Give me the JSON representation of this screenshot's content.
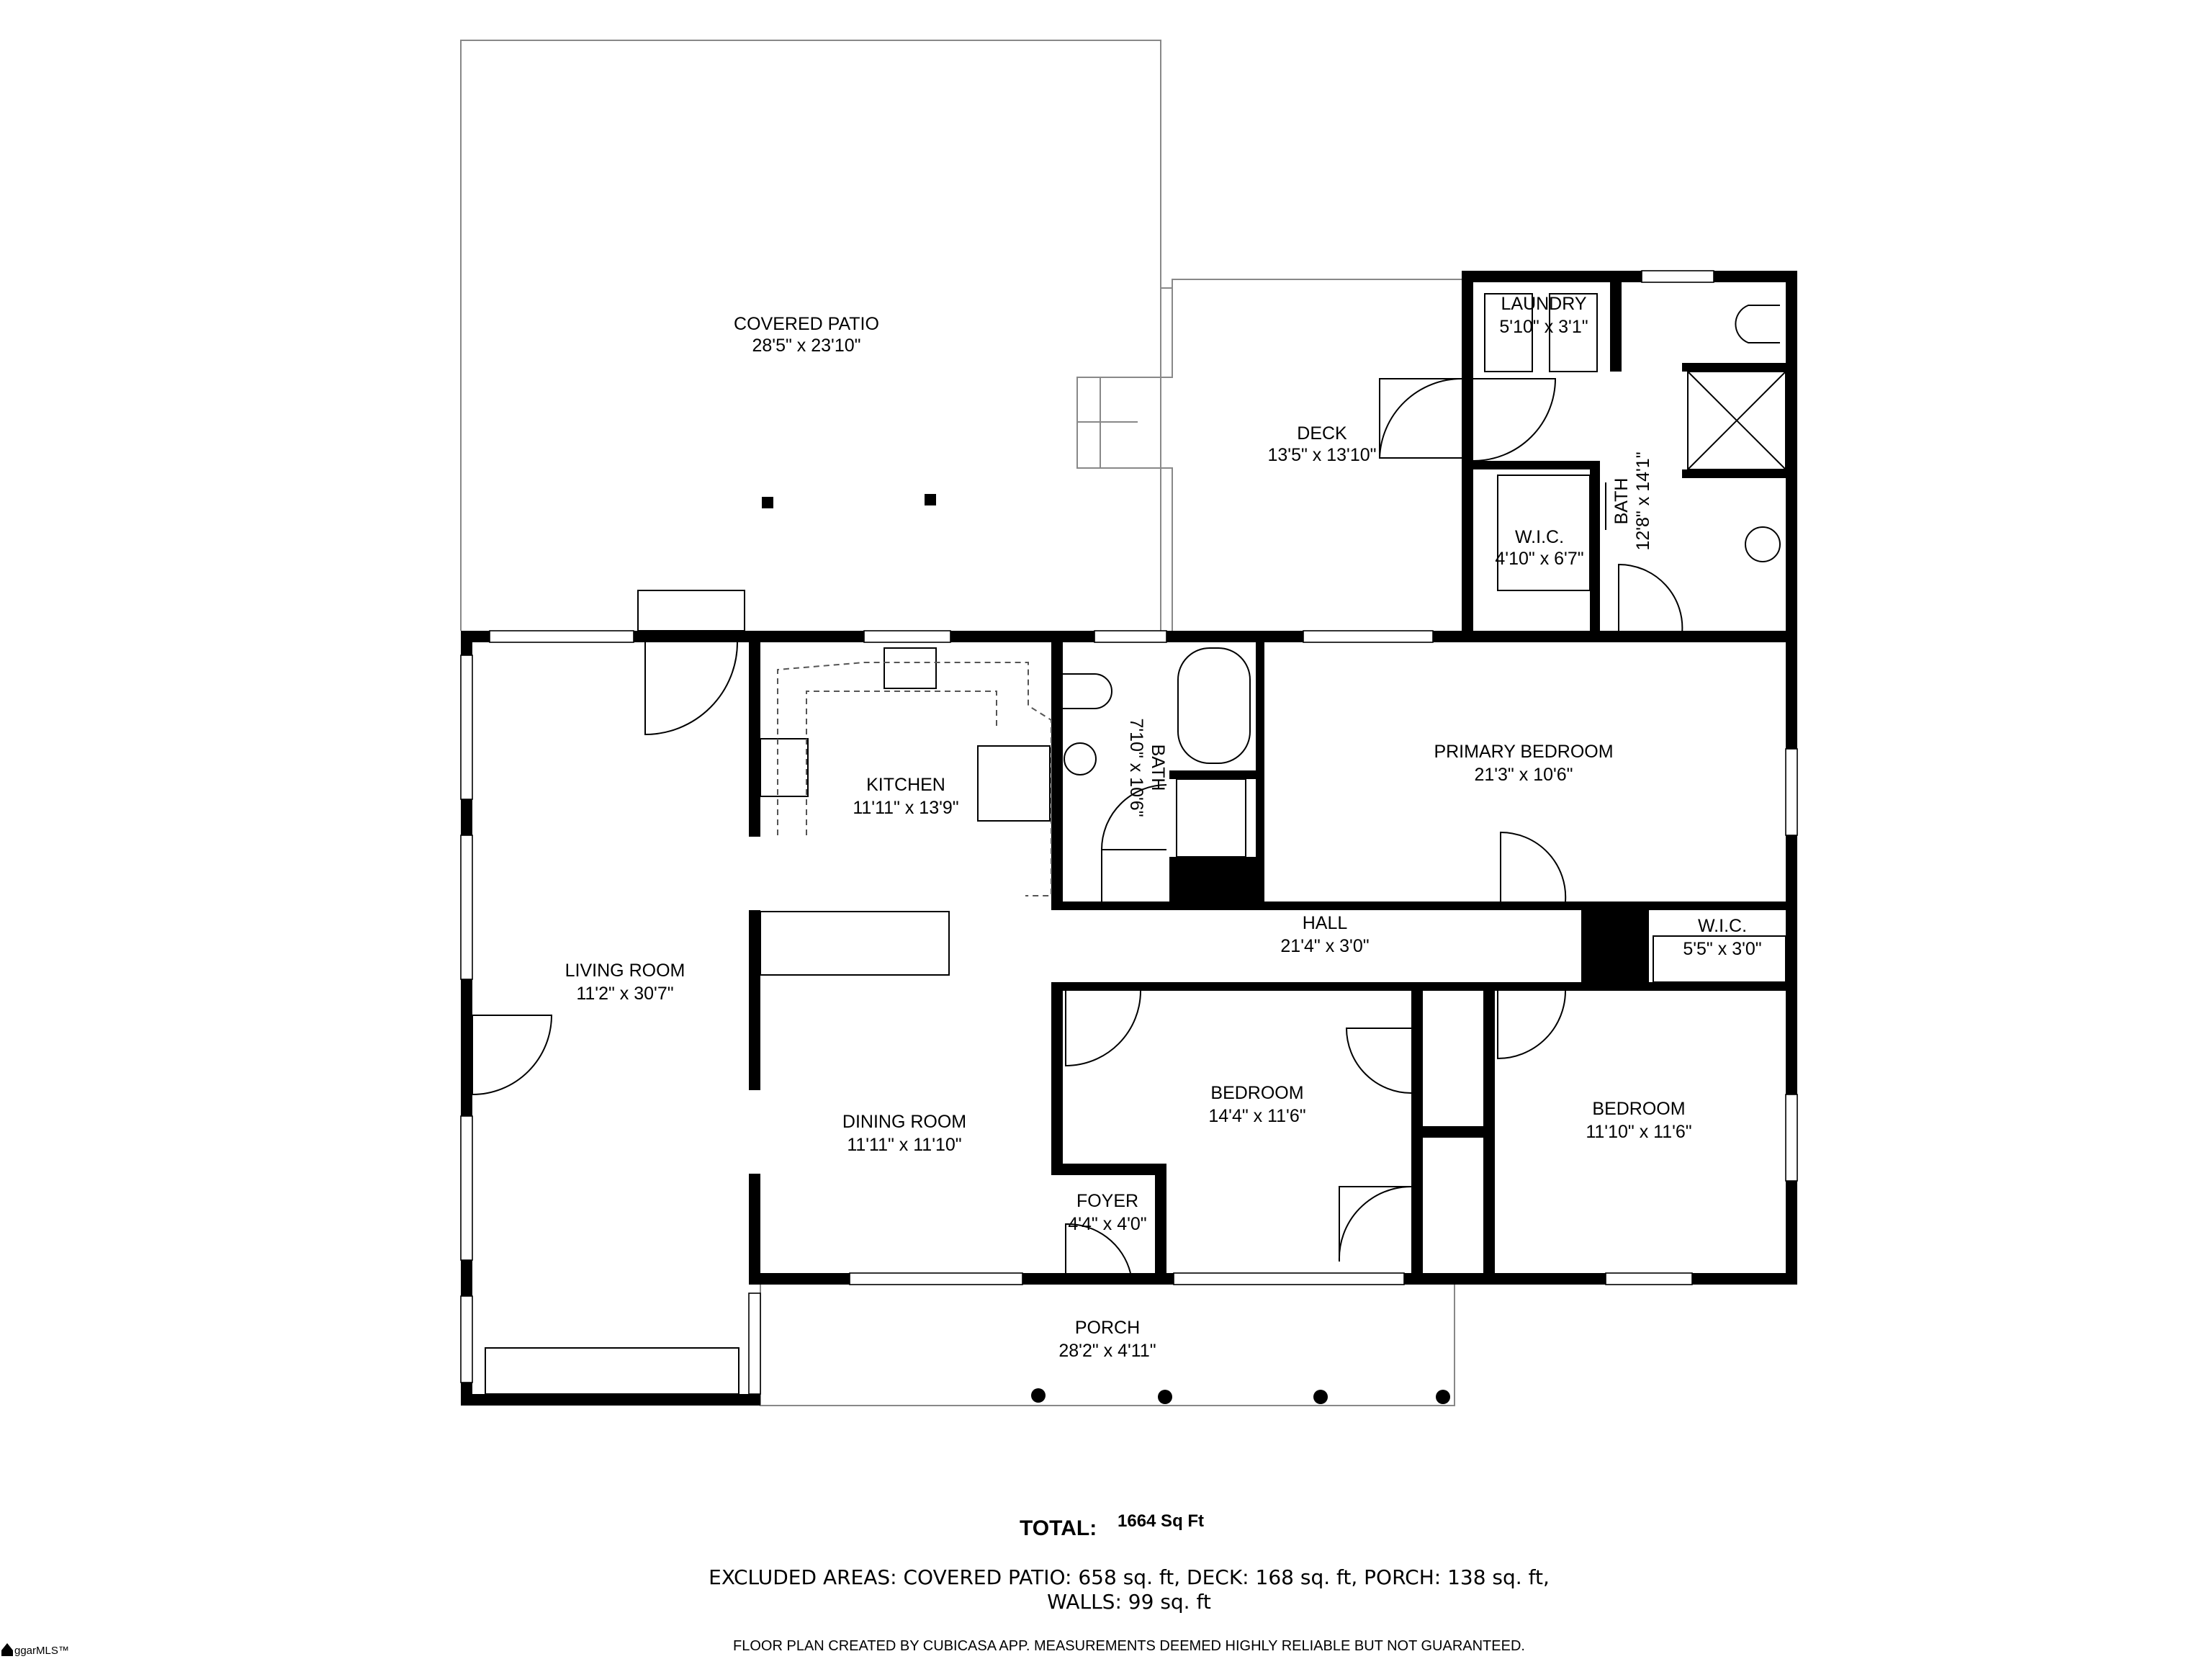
{
  "rooms": {
    "covered_patio": {
      "name": "COVERED PATIO",
      "dims": "28'5\" x 23'10\""
    },
    "deck": {
      "name": "DECK",
      "dims": "13'5\" x 13'10\""
    },
    "laundry": {
      "name": "LAUNDRY",
      "dims": "5'10\" x 3'1\""
    },
    "primary_bath": {
      "name": "BATH",
      "dims": "12'8\" x 14'1\""
    },
    "primary_wic": {
      "name": "W.I.C.",
      "dims": "4'10\" x 6'7\""
    },
    "kitchen": {
      "name": "KITCHEN",
      "dims": "11'11\" x 13'9\""
    },
    "bath": {
      "name": "BATH",
      "dims": "7'10\" x 10'6\""
    },
    "primary_bedroom": {
      "name": "PRIMARY BEDROOM",
      "dims": "21'3\" x 10'6\""
    },
    "hall": {
      "name": "HALL",
      "dims": "21'4\" x 3'0\""
    },
    "wic": {
      "name": "W.I.C.",
      "dims": "5'5\" x 3'0\""
    },
    "living_room": {
      "name": "LIVING ROOM",
      "dims": "11'2\" x 30'7\""
    },
    "dining_room": {
      "name": "DINING ROOM",
      "dims": "11'11\" x 11'10\""
    },
    "bedroom_1": {
      "name": "BEDROOM",
      "dims": "14'4\" x 11'6\""
    },
    "bedroom_2": {
      "name": "BEDROOM",
      "dims": "11'10\" x 11'6\""
    },
    "foyer": {
      "name": "FOYER",
      "dims": "4'4\" x 4'0\""
    },
    "porch": {
      "name": "PORCH",
      "dims": "28'2\" x 4'11\""
    }
  },
  "summary": {
    "total_label": "TOTAL:",
    "total_value": "1664 Sq Ft",
    "excluded_line1": "EXCLUDED AREAS: COVERED PATIO: 658 sq. ft, DECK: 168 sq. ft, PORCH: 138 sq. ft,",
    "excluded_line2": "WALLS: 99 sq. ft",
    "disclaimer": "FLOOR PLAN CREATED BY CUBICASA APP. MEASUREMENTS DEEMED HIGHLY RELIABLE BUT NOT GUARANTEED."
  },
  "watermark": "ggarMLS™"
}
